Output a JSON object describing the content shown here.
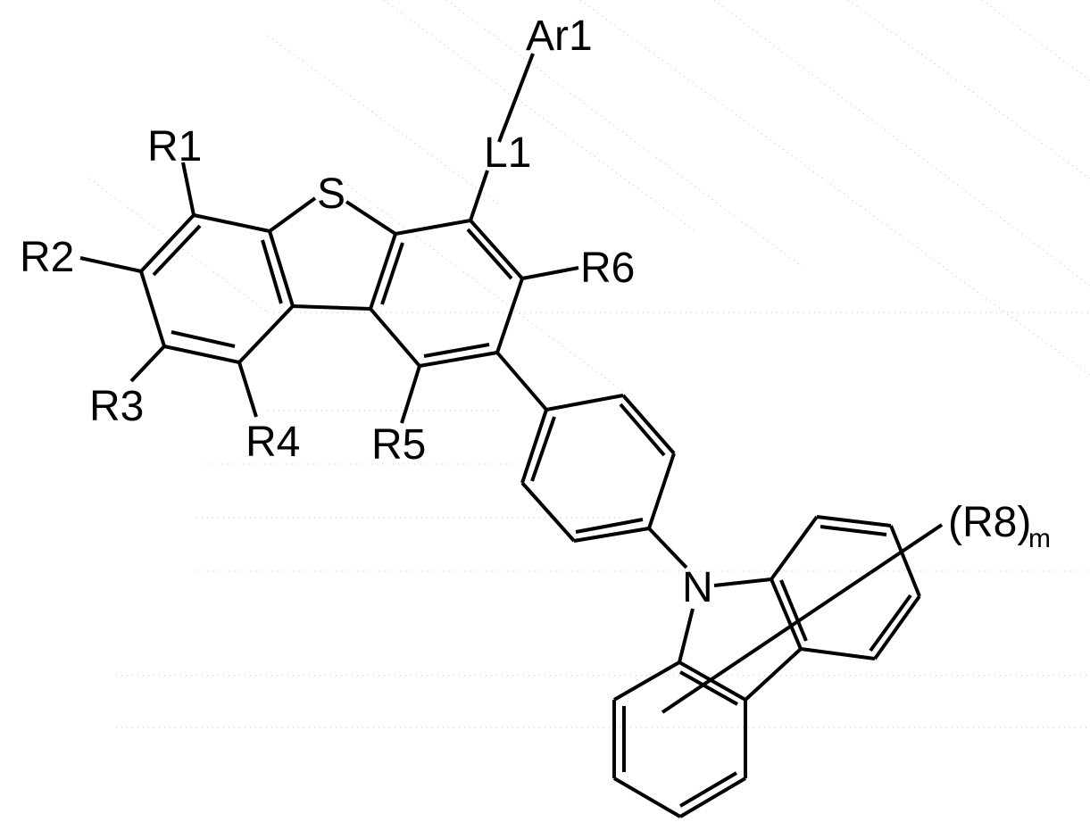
{
  "diagram": {
    "type": "chemical-structure",
    "description": "Dibenzothiophene core substituted with R1-R6, L1-Ar1, and a 4-(carbazol-9-yl)phenyl group bearing (R8)m",
    "colors": {
      "bond": "#000000",
      "background": "#ffffff"
    },
    "atoms": {
      "sulfur": "S",
      "nitrogen": "N"
    },
    "substituents": {
      "r1": "R1",
      "r2": "R2",
      "r3": "R3",
      "r4": "R4",
      "r5": "R5",
      "r6": "R6",
      "l1": "L1",
      "ar1": "Ar1",
      "r8_main": "(R8)",
      "r8_sub": "m"
    }
  }
}
